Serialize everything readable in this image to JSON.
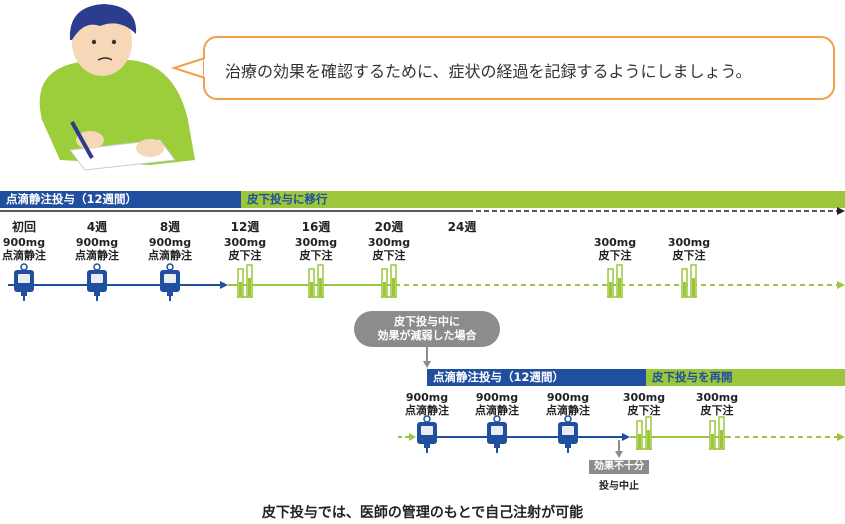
{
  "speech": {
    "text": "治療の効果を確認するために、症状の経過を記録するようにしましょう。"
  },
  "timeline1": {
    "band_iv": "点滴静注投与（12週間）",
    "band_sc": "皮下投与に移行",
    "weeks": [
      "初回",
      "4週",
      "8週",
      "12週",
      "16週",
      "20週",
      "24週"
    ],
    "doses": [
      {
        "amount": "900mg",
        "route": "点滴静注"
      },
      {
        "amount": "900mg",
        "route": "点滴静注"
      },
      {
        "amount": "900mg",
        "route": "点滴静注"
      },
      {
        "amount": "300mg",
        "route": "皮下注"
      },
      {
        "amount": "300mg",
        "route": "皮下注"
      },
      {
        "amount": "300mg",
        "route": "皮下注"
      },
      {
        "amount": "300mg",
        "route": "皮下注"
      },
      {
        "amount": "300mg",
        "route": "皮下注"
      }
    ]
  },
  "decision": {
    "line1": "皮下投与中に",
    "line2": "効果が減弱した場合"
  },
  "timeline2": {
    "band_iv": "点滴静注投与（12週間）",
    "band_sc": "皮下投与を再開",
    "doses": [
      {
        "amount": "900mg",
        "route": "点滴静注"
      },
      {
        "amount": "900mg",
        "route": "点滴静注"
      },
      {
        "amount": "900mg",
        "route": "点滴静注"
      },
      {
        "amount": "300mg",
        "route": "皮下注"
      },
      {
        "amount": "300mg",
        "route": "皮下注"
      }
    ],
    "insufficient": "効果不十分",
    "stop": "投与中止"
  },
  "footer": "皮下投与では、医師の管理のもとで自己注射が可能",
  "colors": {
    "iv": "#1f4f9e",
    "sc": "#9cc63b",
    "bubble_border": "#f0a14a",
    "gray": "#8c8c8c"
  }
}
